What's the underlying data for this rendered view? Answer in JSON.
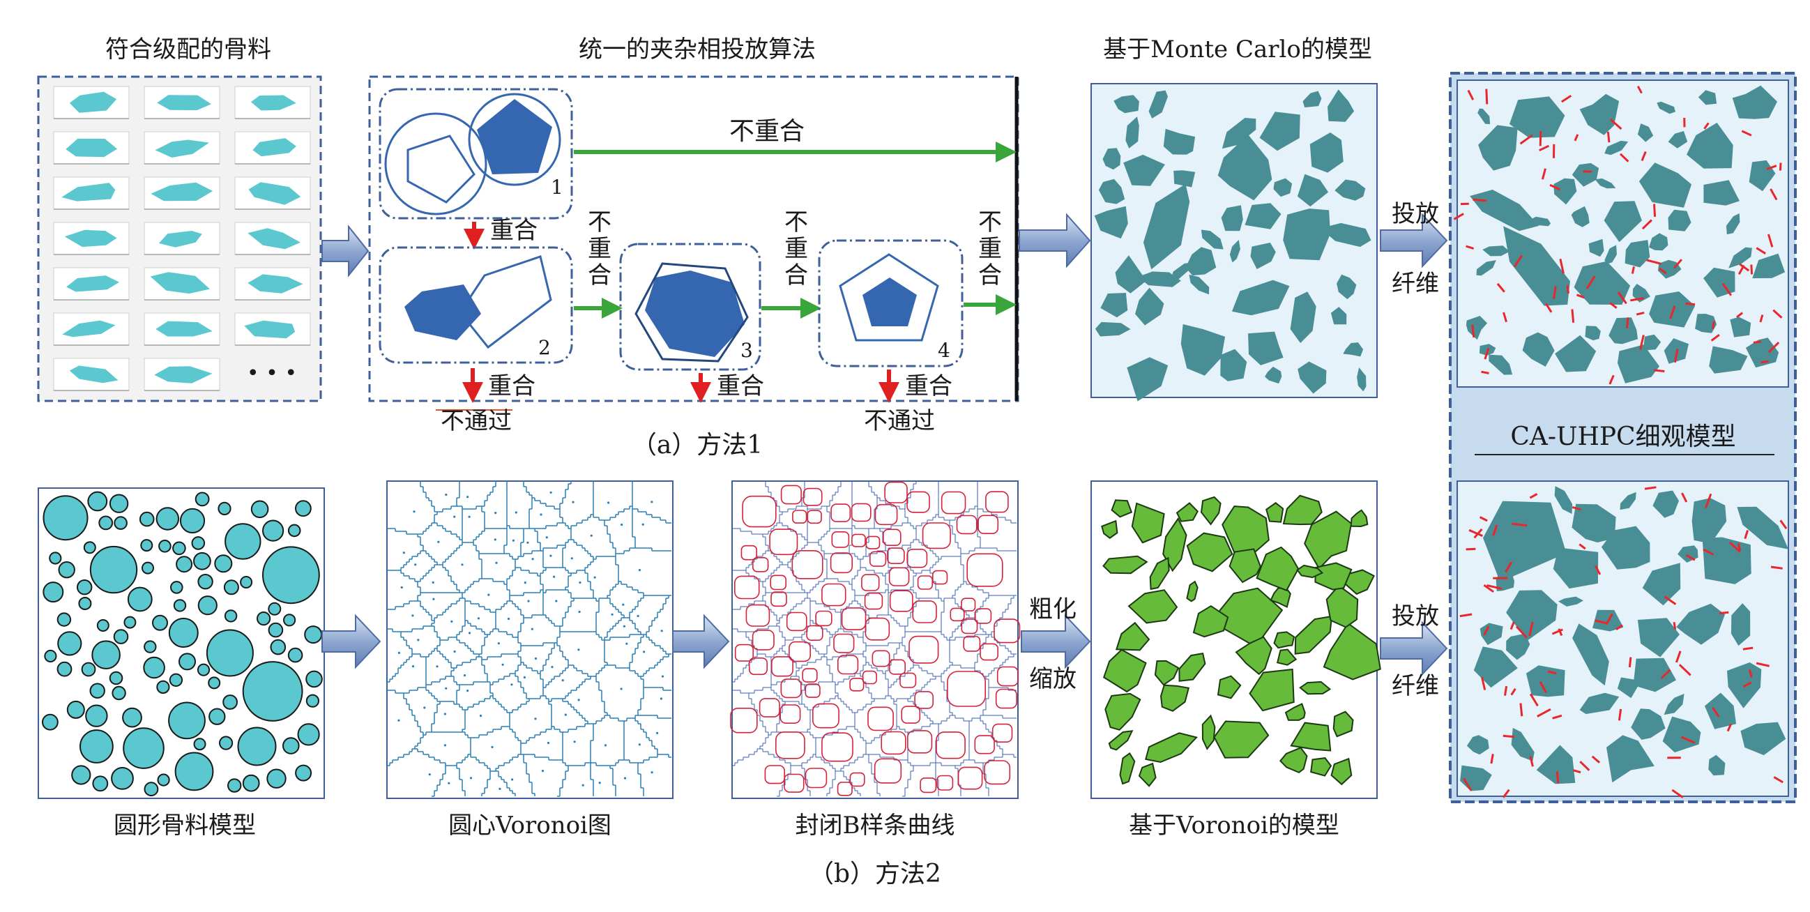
{
  "row_a": {
    "title_aggregates": "符合级配的骨料",
    "title_algorithm": "统一的夹杂相投放算法",
    "title_montecarlo": "基于Monte Carlo的模型",
    "no_overlap": "不重合",
    "no_overlap_chars": [
      "不",
      "重",
      "合"
    ],
    "overlap": "重合",
    "not_pass": "不通过",
    "step_numbers": [
      "1",
      "2",
      "3",
      "4"
    ],
    "ellipsis": "• • •",
    "caption": "（a）方法1",
    "fiber_chars_1": "投放",
    "fiber_chars_2": "纤维"
  },
  "right_column": {
    "title": "CA-UHPC细观模型"
  },
  "row_b": {
    "label_circle_model": "圆形骨料模型",
    "label_voronoi": "圆心Voronoi图",
    "label_bspline": "封闭B样条曲线",
    "label_voronoi_model": "基于Voronoi的模型",
    "coarsen_1": "粗化",
    "coarsen_2": "缩放",
    "fiber_chars_1": "投放",
    "fiber_chars_2": "纤维",
    "caption": "（b）方法2"
  },
  "colors": {
    "teal_aggregate": "#4a8e95",
    "cyan_aggregate": "#5bc8cf",
    "green_aggregate": "#66bb3b",
    "blue_polygon": "#3566b0",
    "fiber_red": "#e8262b",
    "arrow_green": "#3aa53a",
    "arrow_red": "#e02020",
    "panel_bg": "#e6f2fa",
    "frame_blue": "#3e5f9a"
  }
}
